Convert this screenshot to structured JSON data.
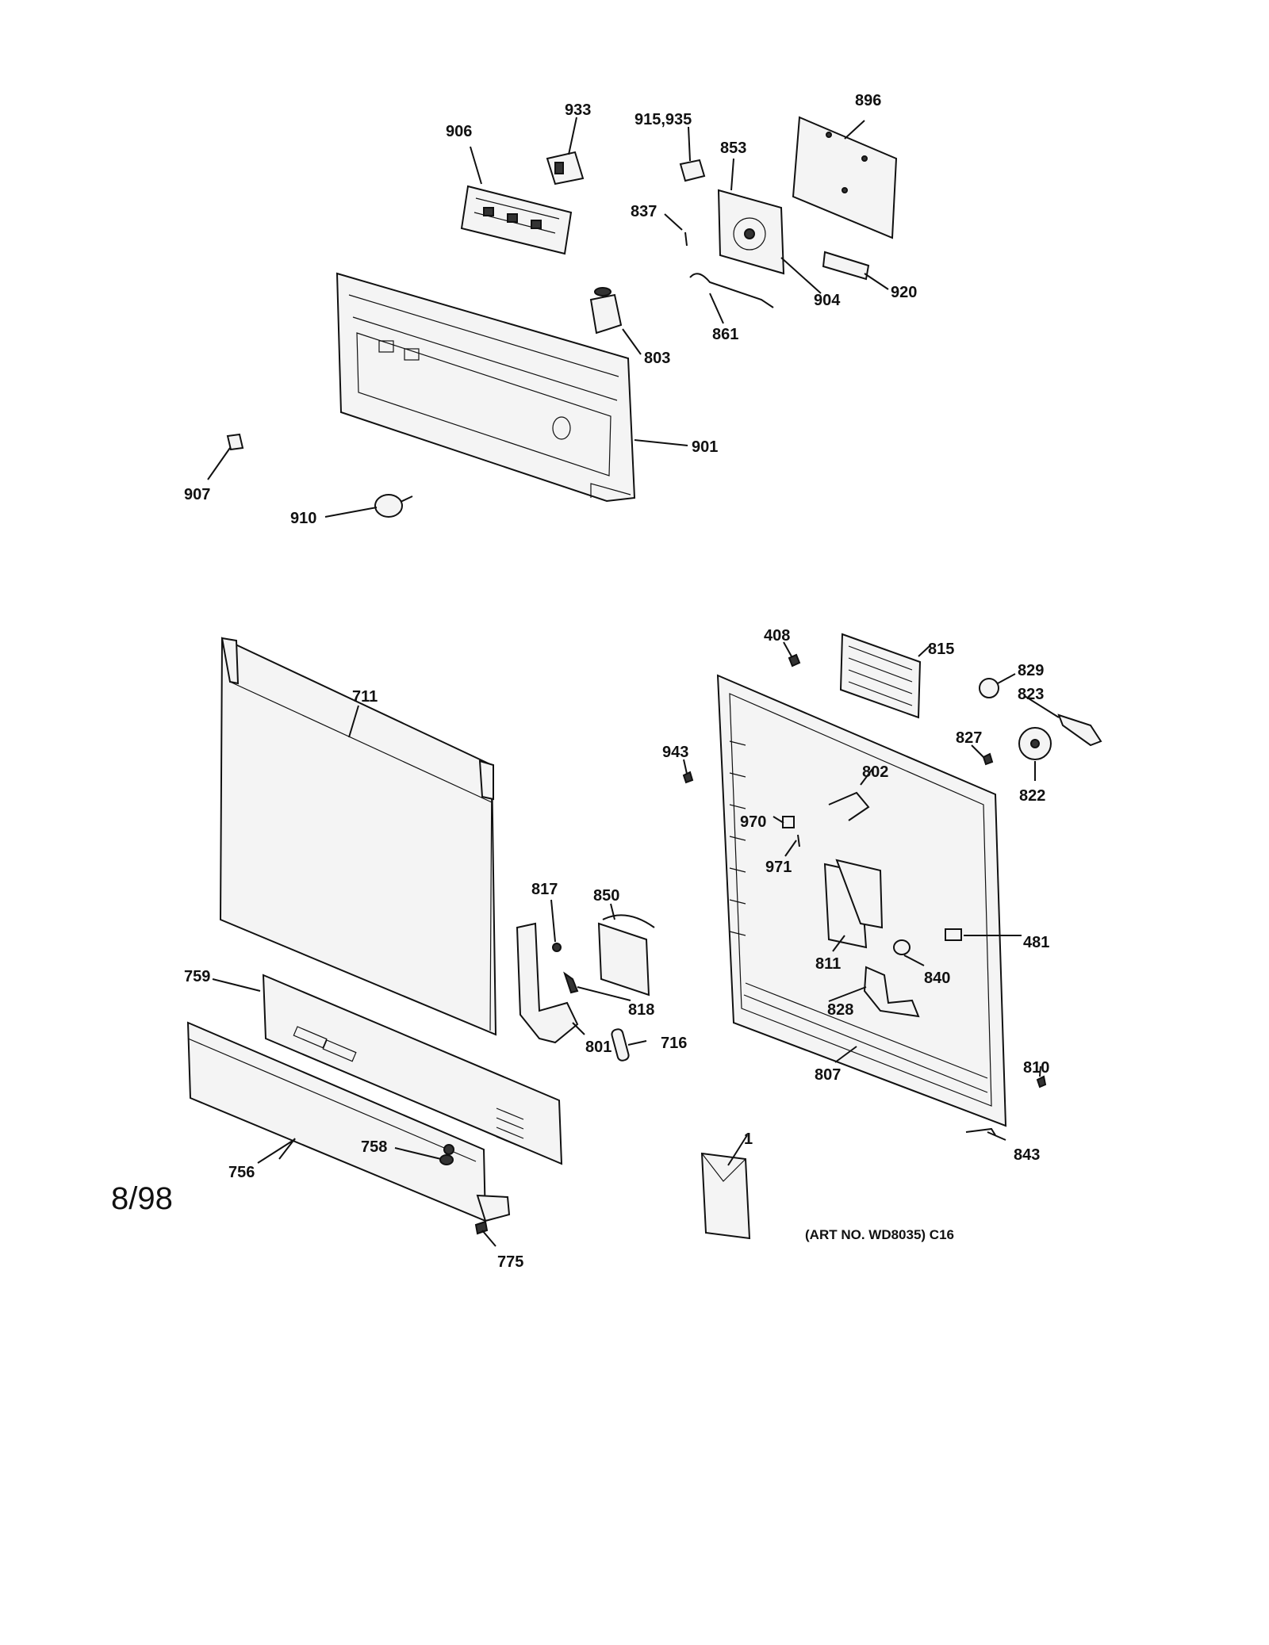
{
  "diagram": {
    "date_code": "8/98",
    "art_number": "(ART NO. WD8035) C16",
    "labels": {
      "p933": "933",
      "p906": "906",
      "p915": "915,935",
      "p853": "853",
      "p896": "896",
      "p837": "837",
      "p920": "920",
      "p904": "904",
      "p861": "861",
      "p803": "803",
      "p901": "901",
      "p907": "907",
      "p910": "910",
      "p408": "408",
      "p815": "815",
      "p829": "829",
      "p823": "823",
      "p711": "711",
      "p943": "943",
      "p827": "827",
      "p802": "802",
      "p822": "822",
      "p970": "970",
      "p971": "971",
      "p817": "817",
      "p850": "850",
      "p481": "481",
      "p811": "811",
      "p840": "840",
      "p759": "759",
      "p818": "818",
      "p828": "828",
      "p716": "716",
      "p801": "801",
      "p807": "807",
      "p810": "810",
      "p758": "758",
      "p756": "756",
      "p843": "843",
      "p1": "1",
      "p775": "775"
    }
  }
}
